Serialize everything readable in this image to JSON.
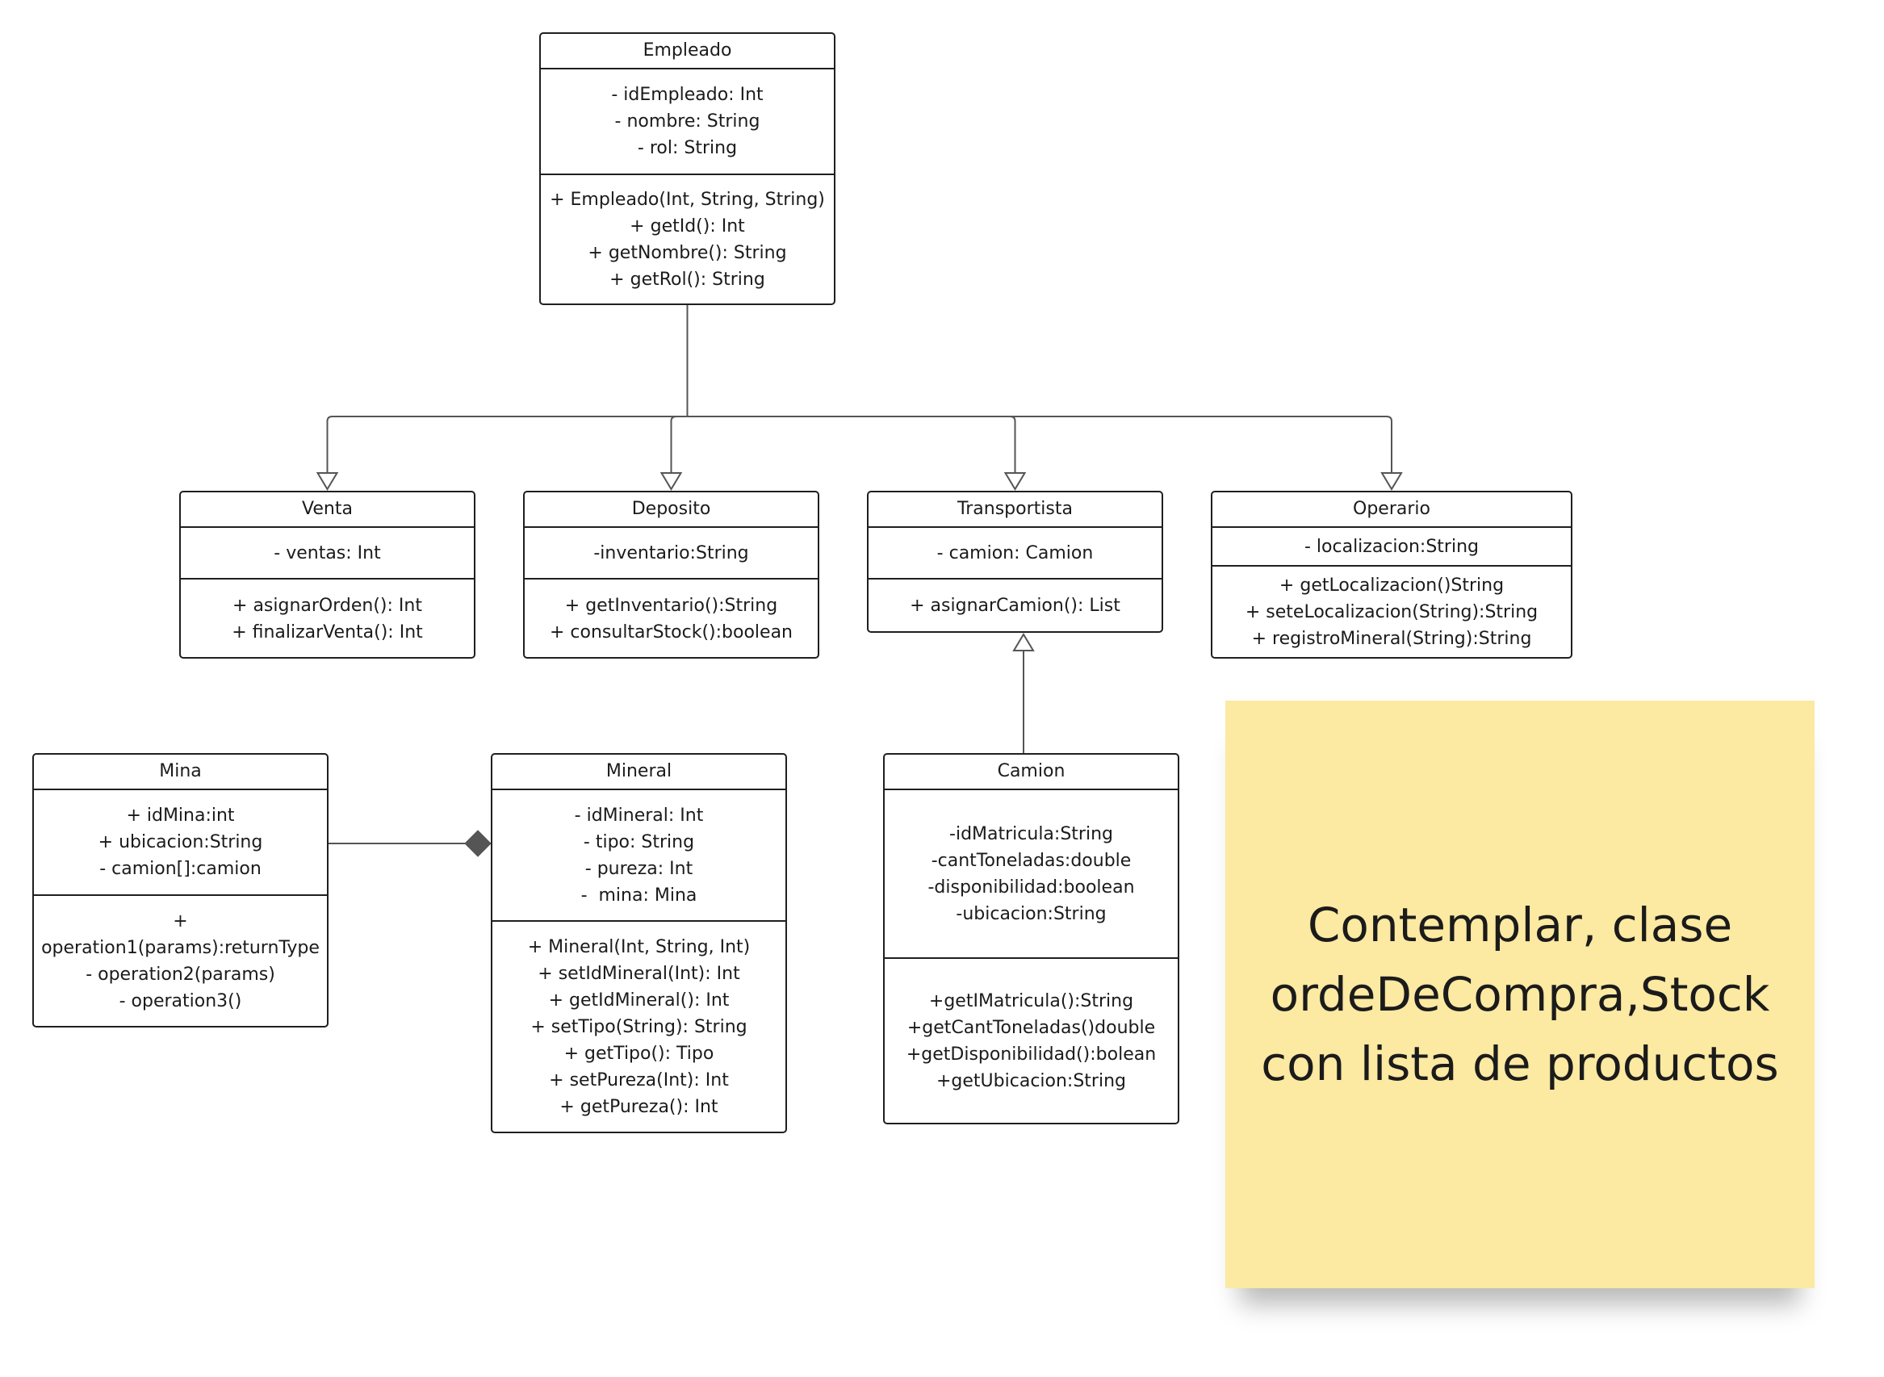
{
  "diagram": {
    "classes": [
      {
        "id": "empleado",
        "name": "Empleado",
        "attributes": [
          "- idEmpleado: Int",
          "- nombre: String",
          "- rol: String"
        ],
        "methods": [
          "+ Empleado(Int, String, String)",
          "+ getId(): Int",
          "+ getNombre(): String",
          "+ getRol(): String"
        ]
      },
      {
        "id": "venta",
        "name": "Venta",
        "attributes": [
          "- ventas: Int"
        ],
        "methods": [
          "+ asignarOrden(): Int",
          "+ finalizarVenta(): Int"
        ]
      },
      {
        "id": "deposito",
        "name": "Deposito",
        "attributes": [
          "-inventario:String"
        ],
        "methods": [
          "+ getInventario():String",
          "+ consultarStock():boolean"
        ]
      },
      {
        "id": "transportista",
        "name": "Transportista",
        "attributes": [
          "- camion: Camion"
        ],
        "methods": [
          "+ asignarCamion(): List"
        ]
      },
      {
        "id": "operario",
        "name": "Operario",
        "attributes": [
          "- localizacion:String"
        ],
        "methods": [
          "+ getLocalizacion()String",
          "+ seteLocalizacion(String):String",
          "+ registroMineral(String):String"
        ]
      },
      {
        "id": "mina",
        "name": "Mina",
        "attributes": [
          "+ idMina:int",
          "+ ubicacion:String",
          "- camion[]:camion"
        ],
        "methods": [
          "+",
          "operation1(params):returnType",
          "- operation2(params)",
          "- operation3()"
        ]
      },
      {
        "id": "mineral",
        "name": "Mineral",
        "attributes": [
          "- idMineral: Int",
          "- tipo: String",
          "- pureza: Int",
          "-  mina: Mina"
        ],
        "methods": [
          "+ Mineral(Int, String, Int)",
          "+ setIdMineral(Int): Int",
          "+ getIdMineral(): Int",
          "+ setTipo(String): String",
          "+ getTipo(): Tipo",
          "+ setPureza(Int): Int",
          "+ getPureza(): Int"
        ]
      },
      {
        "id": "camion",
        "name": "Camion",
        "attributes": [
          "-idMatricula:String",
          "-cantToneladas:double",
          "-disponibilidad:boolean",
          "-ubicacion:String"
        ],
        "methods": [
          "+getIMatricula():String",
          "+getCantToneladas()double",
          "+getDisponibilidad():bolean",
          "+getUbicacion:String"
        ]
      }
    ],
    "relations": [
      {
        "type": "inheritance",
        "from": "venta",
        "to": "empleado"
      },
      {
        "type": "inheritance",
        "from": "deposito",
        "to": "empleado"
      },
      {
        "type": "inheritance",
        "from": "transportista",
        "to": "empleado"
      },
      {
        "type": "inheritance",
        "from": "operario",
        "to": "empleado"
      },
      {
        "type": "inheritance",
        "from": "camion",
        "to": "transportista"
      },
      {
        "type": "composition",
        "from": "mina",
        "to": "mineral"
      }
    ]
  },
  "note": {
    "lines": [
      "Contemplar, clase",
      "ordeDeCompra,Stock",
      "con lista de productos"
    ],
    "color": "#fce9a2"
  }
}
